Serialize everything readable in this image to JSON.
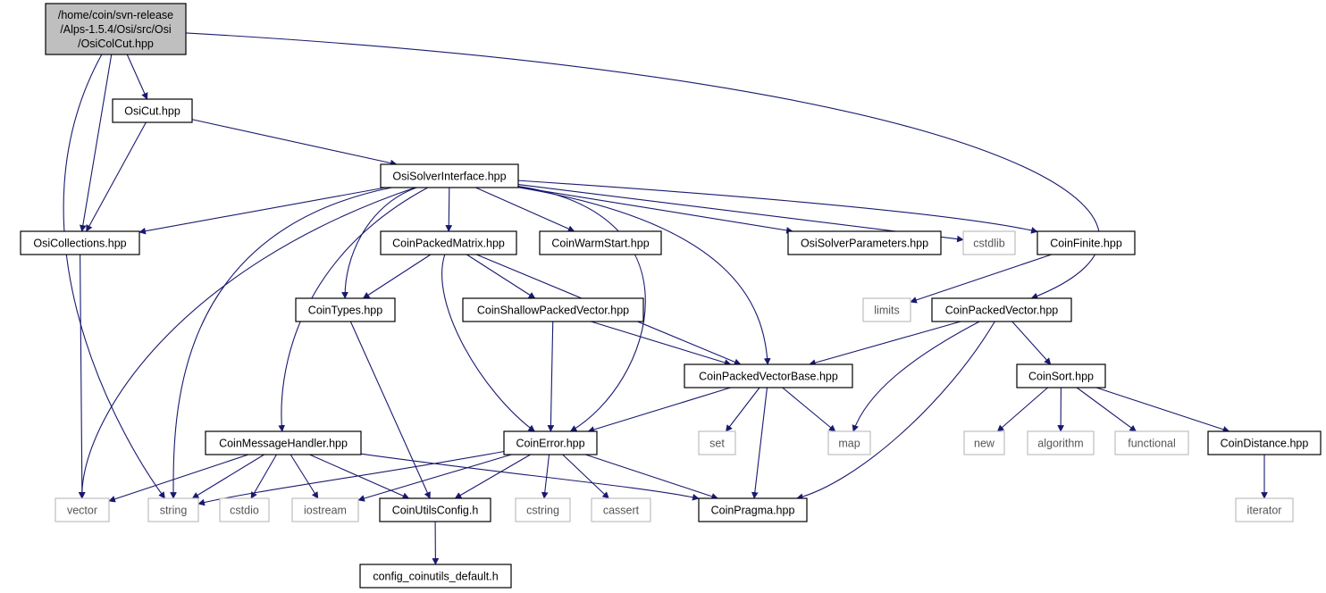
{
  "graph": {
    "edge_color": "#191970",
    "main_fill": "#bfbfbf",
    "system_border": "#bfbfbf",
    "nodes": [
      {
        "id": "osicolcut",
        "kind": "main",
        "label_lines": [
          "/home/coin/svn-release",
          "/Alps-1.5.4/Osi/src/Osi",
          "/OsiColCut.hpp"
        ]
      },
      {
        "id": "osicut",
        "kind": "header",
        "label_lines": [
          "OsiCut.hpp"
        ]
      },
      {
        "id": "osisolverinterface",
        "kind": "header",
        "label_lines": [
          "OsiSolverInterface.hpp"
        ]
      },
      {
        "id": "osicollections",
        "kind": "header",
        "label_lines": [
          "OsiCollections.hpp"
        ]
      },
      {
        "id": "coinpackedmatrix",
        "kind": "header",
        "label_lines": [
          "CoinPackedMatrix.hpp"
        ]
      },
      {
        "id": "coinwarmstart",
        "kind": "header",
        "label_lines": [
          "CoinWarmStart.hpp"
        ]
      },
      {
        "id": "osisolverparameters",
        "kind": "header",
        "label_lines": [
          "OsiSolverParameters.hpp"
        ]
      },
      {
        "id": "cstdlib",
        "kind": "system",
        "label_lines": [
          "cstdlib"
        ]
      },
      {
        "id": "coinfinite",
        "kind": "header",
        "label_lines": [
          "CoinFinite.hpp"
        ]
      },
      {
        "id": "cointypes",
        "kind": "header",
        "label_lines": [
          "CoinTypes.hpp"
        ]
      },
      {
        "id": "coinshallowpackedvector",
        "kind": "header",
        "label_lines": [
          "CoinShallowPackedVector.hpp"
        ]
      },
      {
        "id": "limits",
        "kind": "system",
        "label_lines": [
          "limits"
        ]
      },
      {
        "id": "coinpackedvector",
        "kind": "header",
        "label_lines": [
          "CoinPackedVector.hpp"
        ]
      },
      {
        "id": "coinpackedvectorbase",
        "kind": "header",
        "label_lines": [
          "CoinPackedVectorBase.hpp"
        ]
      },
      {
        "id": "coinsort",
        "kind": "header",
        "label_lines": [
          "CoinSort.hpp"
        ]
      },
      {
        "id": "coinmessagehandler",
        "kind": "header",
        "label_lines": [
          "CoinMessageHandler.hpp"
        ]
      },
      {
        "id": "coinerror",
        "kind": "header",
        "label_lines": [
          "CoinError.hpp"
        ]
      },
      {
        "id": "set",
        "kind": "system",
        "label_lines": [
          "set"
        ]
      },
      {
        "id": "map",
        "kind": "system",
        "label_lines": [
          "map"
        ]
      },
      {
        "id": "new",
        "kind": "system",
        "label_lines": [
          "new"
        ]
      },
      {
        "id": "algorithm",
        "kind": "system",
        "label_lines": [
          "algorithm"
        ]
      },
      {
        "id": "functional",
        "kind": "system",
        "label_lines": [
          "functional"
        ]
      },
      {
        "id": "coindistance",
        "kind": "header",
        "label_lines": [
          "CoinDistance.hpp"
        ]
      },
      {
        "id": "vector",
        "kind": "system",
        "label_lines": [
          "vector"
        ]
      },
      {
        "id": "string",
        "kind": "system",
        "label_lines": [
          "string"
        ]
      },
      {
        "id": "cstdio",
        "kind": "system",
        "label_lines": [
          "cstdio"
        ]
      },
      {
        "id": "iostream",
        "kind": "system",
        "label_lines": [
          "iostream"
        ]
      },
      {
        "id": "coinutilsconfig",
        "kind": "header",
        "label_lines": [
          "CoinUtilsConfig.h"
        ]
      },
      {
        "id": "cstring",
        "kind": "system",
        "label_lines": [
          "cstring"
        ]
      },
      {
        "id": "cassert",
        "kind": "system",
        "label_lines": [
          "cassert"
        ]
      },
      {
        "id": "coinpragma",
        "kind": "header",
        "label_lines": [
          "CoinPragma.hpp"
        ]
      },
      {
        "id": "iterator",
        "kind": "system",
        "label_lines": [
          "iterator"
        ]
      },
      {
        "id": "config_coinutils_default",
        "kind": "header",
        "label_lines": [
          "config_coinutils_default.h"
        ]
      }
    ],
    "edges": [
      [
        "osicolcut",
        "osicut"
      ],
      [
        "osicolcut",
        "osicollections"
      ],
      [
        "osicolcut",
        "string"
      ],
      [
        "osicolcut",
        "coinpackedvector"
      ],
      [
        "osicut",
        "osicollections"
      ],
      [
        "osicut",
        "osisolverinterface"
      ],
      [
        "osisolverinterface",
        "osicollections"
      ],
      [
        "osisolverinterface",
        "coinpackedmatrix"
      ],
      [
        "osisolverinterface",
        "coinwarmstart"
      ],
      [
        "osisolverinterface",
        "osisolverparameters"
      ],
      [
        "osisolverinterface",
        "cstdlib"
      ],
      [
        "osisolverinterface",
        "coinfinite"
      ],
      [
        "osisolverinterface",
        "cointypes"
      ],
      [
        "osisolverinterface",
        "coinmessagehandler"
      ],
      [
        "osisolverinterface",
        "vector"
      ],
      [
        "osisolverinterface",
        "string"
      ],
      [
        "osisolverinterface",
        "coinerror"
      ],
      [
        "osisolverinterface",
        "coinpackedvectorbase"
      ],
      [
        "osicollections",
        "vector"
      ],
      [
        "coinpackedmatrix",
        "cointypes"
      ],
      [
        "coinpackedmatrix",
        "coinshallowpackedvector"
      ],
      [
        "coinpackedmatrix",
        "coinpackedvectorbase"
      ],
      [
        "coinpackedmatrix",
        "coinerror"
      ],
      [
        "coinfinite",
        "limits"
      ],
      [
        "cointypes",
        "coinutilsconfig"
      ],
      [
        "coinshallowpackedvector",
        "coinpackedvectorbase"
      ],
      [
        "coinshallowpackedvector",
        "coinerror"
      ],
      [
        "coinpackedvector",
        "coinpackedvectorbase"
      ],
      [
        "coinpackedvector",
        "coinsort"
      ],
      [
        "coinpackedvector",
        "map"
      ],
      [
        "coinpackedvector",
        "coinpragma"
      ],
      [
        "coinpackedvectorbase",
        "coinerror"
      ],
      [
        "coinpackedvectorbase",
        "set"
      ],
      [
        "coinpackedvectorbase",
        "map"
      ],
      [
        "coinpackedvectorbase",
        "coinpragma"
      ],
      [
        "coinsort",
        "new"
      ],
      [
        "coinsort",
        "algorithm"
      ],
      [
        "coinsort",
        "functional"
      ],
      [
        "coinsort",
        "coindistance"
      ],
      [
        "coindistance",
        "iterator"
      ],
      [
        "coinmessagehandler",
        "vector"
      ],
      [
        "coinmessagehandler",
        "string"
      ],
      [
        "coinmessagehandler",
        "cstdio"
      ],
      [
        "coinmessagehandler",
        "iostream"
      ],
      [
        "coinmessagehandler",
        "coinutilsconfig"
      ],
      [
        "coinmessagehandler",
        "coinpragma"
      ],
      [
        "coinerror",
        "string"
      ],
      [
        "coinerror",
        "iostream"
      ],
      [
        "coinerror",
        "coinutilsconfig"
      ],
      [
        "coinerror",
        "cstring"
      ],
      [
        "coinerror",
        "cassert"
      ],
      [
        "coinerror",
        "coinpragma"
      ],
      [
        "coinutilsconfig",
        "config_coinutils_default"
      ]
    ]
  }
}
